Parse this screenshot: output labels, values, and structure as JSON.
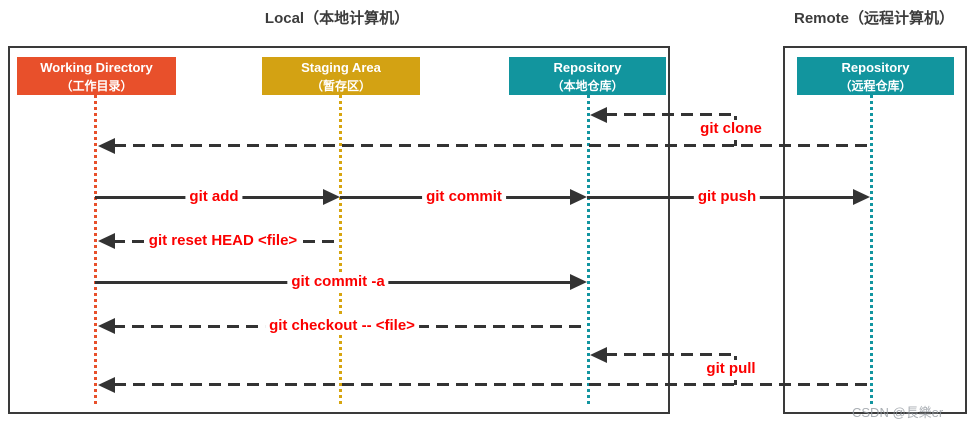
{
  "titles": {
    "local": "Local（本地计算机）",
    "remote": "Remote（远程计算机）"
  },
  "nodes": {
    "working_directory": {
      "title": "Working Directory",
      "subtitle": "（工作目录）",
      "color": "#e8502b"
    },
    "staging_area": {
      "title": "Staging Area",
      "subtitle": "（暂存区）",
      "color": "#d3a213"
    },
    "local_repository": {
      "title": "Repository",
      "subtitle": "（本地仓库）",
      "color": "#12959e"
    },
    "remote_repository": {
      "title": "Repository",
      "subtitle": "（远程仓库）",
      "color": "#12959e"
    }
  },
  "commands": {
    "clone": "git clone",
    "add": "git add",
    "commit": "git commit",
    "push": "git push",
    "reset": "git reset HEAD <file>",
    "commit_a": "git commit -a",
    "checkout": "git checkout -- <file>",
    "pull": "git pull"
  },
  "colors": {
    "command_text": "#fb0000",
    "arrow": "#333333",
    "box_border": "#3a3a3a",
    "working_directory": "#e8502b",
    "staging_area": "#d3a213",
    "repository": "#12959e"
  },
  "watermark": "CSDN @長樂er"
}
